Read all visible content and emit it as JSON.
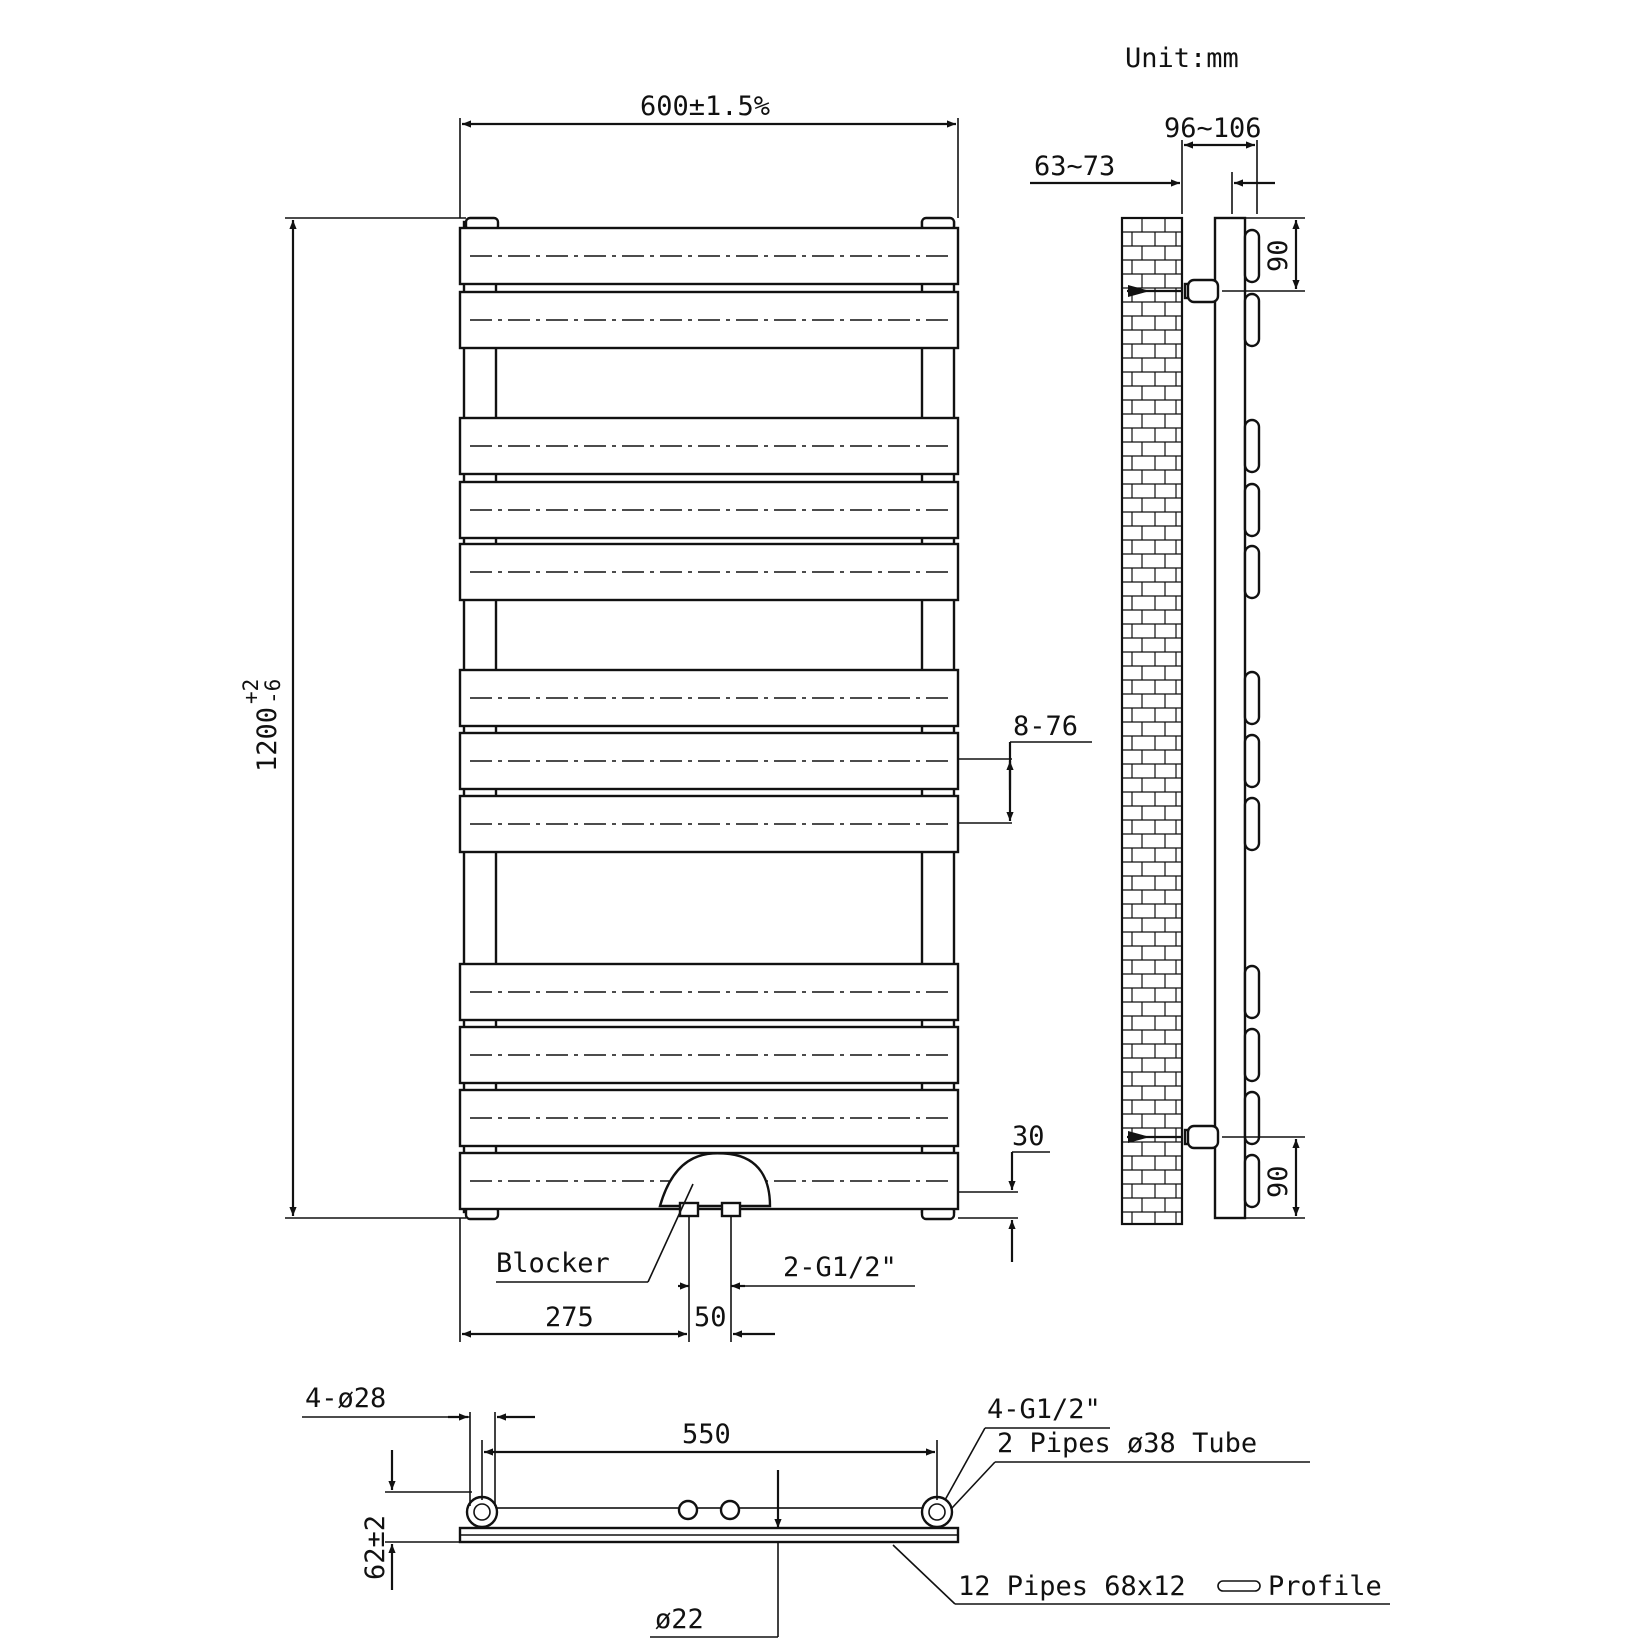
{
  "unit_label": "Unit:mm",
  "front_view": {
    "width_dim": "600±1.5%",
    "height_dim_base": "1200",
    "height_dim_tol_plus": "+2",
    "height_dim_tol_minus": "-6",
    "rail_count_label": "8-76",
    "bottom_offset": "30",
    "blocker_label": "Blocker",
    "inlet_label": "2-G1/2\"",
    "left_offset": "275",
    "inlet_spacing": "50"
  },
  "side_view": {
    "depth_range": "96~106",
    "wall_range": "63~73",
    "top_bracket": "90",
    "bottom_bracket": "90"
  },
  "top_view": {
    "post_diameter": "4-ø28",
    "centers": "550",
    "connections": "4-G1/2\"",
    "pipes_label": "2 Pipes ø38 Tube",
    "depth": "62±2",
    "valve_diameter": "ø22",
    "profile_label_a": "12 Pipes 68x12",
    "profile_label_b": "Profile"
  }
}
